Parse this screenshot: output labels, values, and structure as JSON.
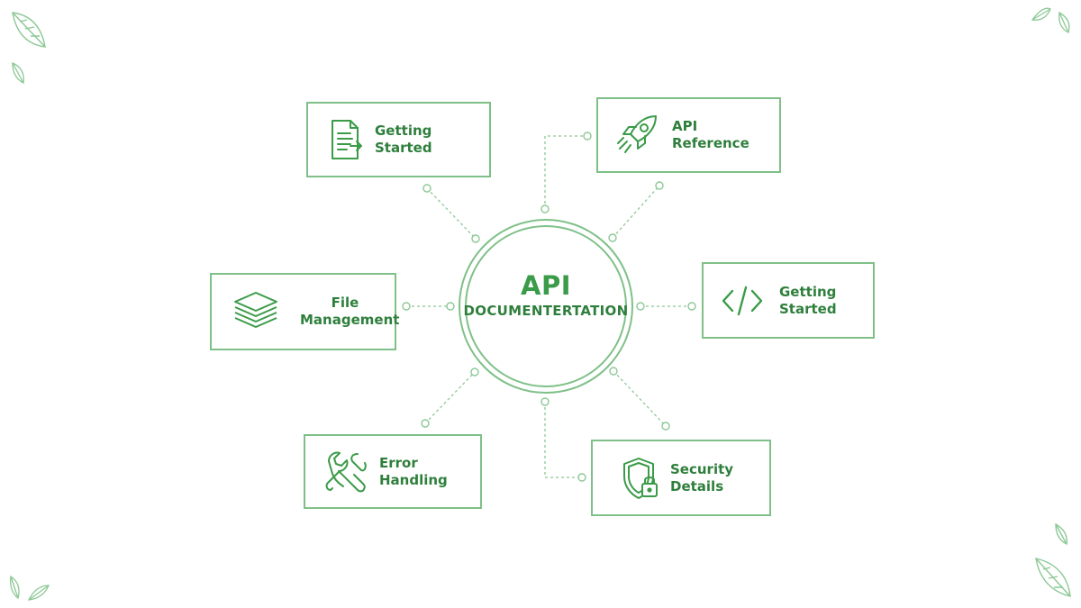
{
  "colors": {
    "accent": "#3a9b48",
    "text": "#2f7f3c",
    "border": "#7fc088",
    "connector": "#8cc895"
  },
  "center": {
    "title": "API",
    "subtitle": "DOCUMENTERTATION"
  },
  "nodes": [
    {
      "id": "getting-started-top",
      "label": "Getting Started",
      "icon": "document-icon"
    },
    {
      "id": "api-reference",
      "label": "API Reference",
      "icon": "rocket-icon"
    },
    {
      "id": "file-management",
      "label": "File Management",
      "icon": "layers-icon"
    },
    {
      "id": "getting-started-right",
      "label": "Getting Started",
      "icon": "code-icon"
    },
    {
      "id": "error-handling",
      "label": "Error Handling",
      "icon": "wrench-icon"
    },
    {
      "id": "security-details",
      "label": "Security Details",
      "icon": "shield-lock-icon"
    }
  ]
}
